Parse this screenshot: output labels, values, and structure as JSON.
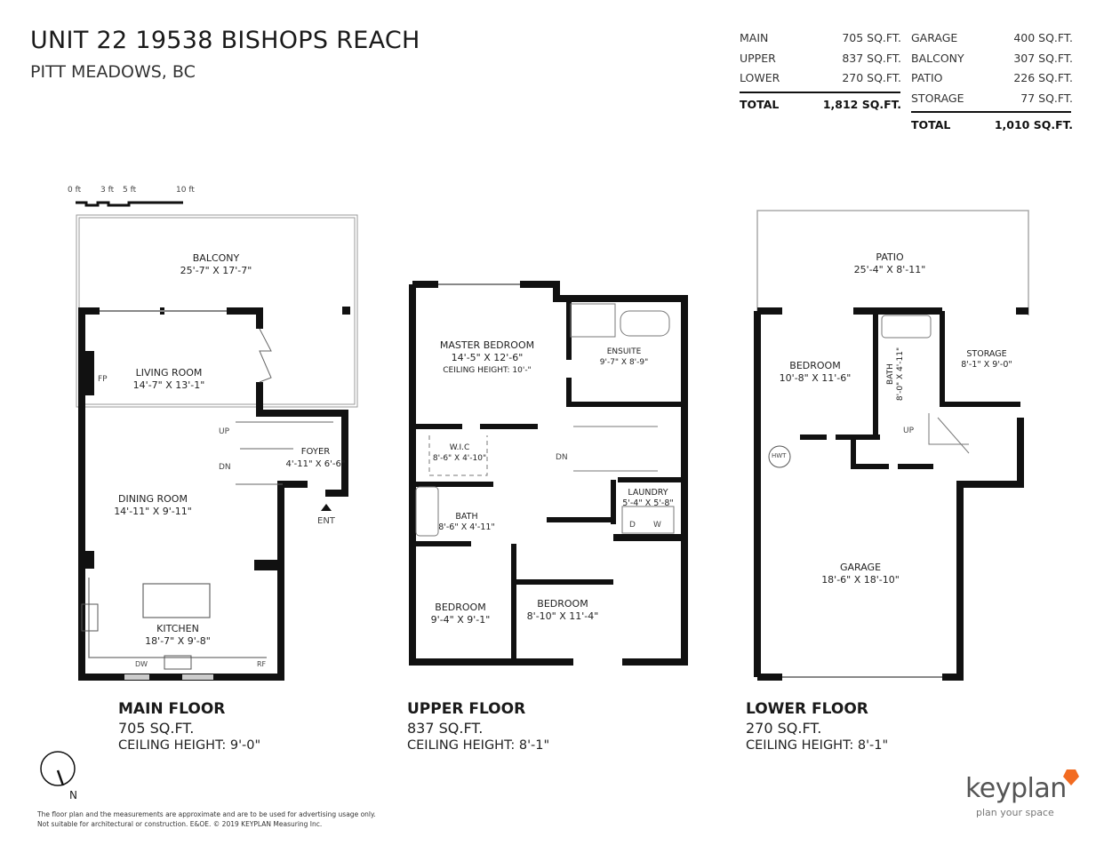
{
  "header": {
    "title": "UNIT 22 19538 BISHOPS REACH",
    "subtitle": "PITT MEADOWS, BC"
  },
  "area_table_living": {
    "rows": [
      {
        "label": "MAIN",
        "value": "705 SQ.FT."
      },
      {
        "label": "UPPER",
        "value": "837 SQ.FT."
      },
      {
        "label": "LOWER",
        "value": "270 SQ.FT."
      }
    ],
    "total": {
      "label": "TOTAL",
      "value": "1,812 SQ.FT."
    }
  },
  "area_table_other": {
    "rows": [
      {
        "label": "GARAGE",
        "value": "400 SQ.FT."
      },
      {
        "label": "BALCONY",
        "value": "307 SQ.FT."
      },
      {
        "label": "PATIO",
        "value": "226 SQ.FT."
      },
      {
        "label": "STORAGE",
        "value": "77 SQ.FT."
      }
    ],
    "total": {
      "label": "TOTAL",
      "value": "1,010 SQ.FT."
    }
  },
  "scale_bar": {
    "ticks": [
      "0 ft",
      "3 ft",
      "5 ft",
      "10 ft"
    ]
  },
  "main_floor": {
    "name": "MAIN FLOOR",
    "area": "705 SQ.FT.",
    "ceiling": "CEILING HEIGHT: 9'-0\"",
    "rooms": [
      {
        "name": "BALCONY",
        "dims": "25'-7\" X 17'-7\""
      },
      {
        "name": "LIVING ROOM",
        "dims": "14'-7\" X 13'-1\""
      },
      {
        "name": "FOYER",
        "dims": "4'-11\" X 6'-6\""
      },
      {
        "name": "DINING ROOM",
        "dims": "14'-11\" X 9'-11\""
      },
      {
        "name": "KITCHEN",
        "dims": "18'-7\" X 9'-8\""
      }
    ],
    "marks": {
      "fp": "FP",
      "up": "UP",
      "dn": "DN",
      "ent": "ENT",
      "dw": "DW",
      "rf": "RF"
    }
  },
  "upper_floor": {
    "name": "UPPER FLOOR",
    "area": "837 SQ.FT.",
    "ceiling": "CEILING HEIGHT: 8'-1\"",
    "rooms": [
      {
        "name": "MASTER BEDROOM",
        "dims": "14'-5\" X 12'-6\"",
        "note": "CEILING HEIGHT: 10'-\""
      },
      {
        "name": "ENSUITE",
        "dims": "9'-7\" X 8'-9\""
      },
      {
        "name": "W.I.C",
        "dims": "8'-6\" X 4'-10\""
      },
      {
        "name": "BATH",
        "dims": "8'-6\" X 4'-11\""
      },
      {
        "name": "LAUNDRY",
        "dims": "5'-4\" X 5'-8\""
      },
      {
        "name": "BEDROOM",
        "dims": "9'-4\" X 9'-1\""
      },
      {
        "name": "BEDROOM",
        "dims": "8'-10\" X 11'-4\""
      }
    ],
    "marks": {
      "dn": "DN",
      "d": "D",
      "w": "W"
    }
  },
  "lower_floor": {
    "name": "LOWER FLOOR",
    "area": "270 SQ.FT.",
    "ceiling": "CEILING HEIGHT: 8'-1\"",
    "rooms": [
      {
        "name": "PATIO",
        "dims": "25'-4\" X 8'-11\""
      },
      {
        "name": "BEDROOM",
        "dims": "10'-8\" X 11'-6\""
      },
      {
        "name": "BATH",
        "dims": "8'-0\" X 4'-11\""
      },
      {
        "name": "STORAGE",
        "dims": "8'-1\" X 9'-0\""
      },
      {
        "name": "GARAGE",
        "dims": "18'-6\" X 18'-10\""
      }
    ],
    "marks": {
      "hwt": "HWT",
      "up": "UP"
    }
  },
  "compass": {
    "label": "N"
  },
  "disclaimer": {
    "line1": "The floor plan and the measurements are approximate and are to be used for advertising usage only.",
    "line2": "Not suitable for architectural or construction. E&OE. © 2019 KEYPLAN Measuring Inc."
  },
  "brand": {
    "name": "keyplan",
    "tagline": "plan your space",
    "accent": "#f26b21"
  }
}
